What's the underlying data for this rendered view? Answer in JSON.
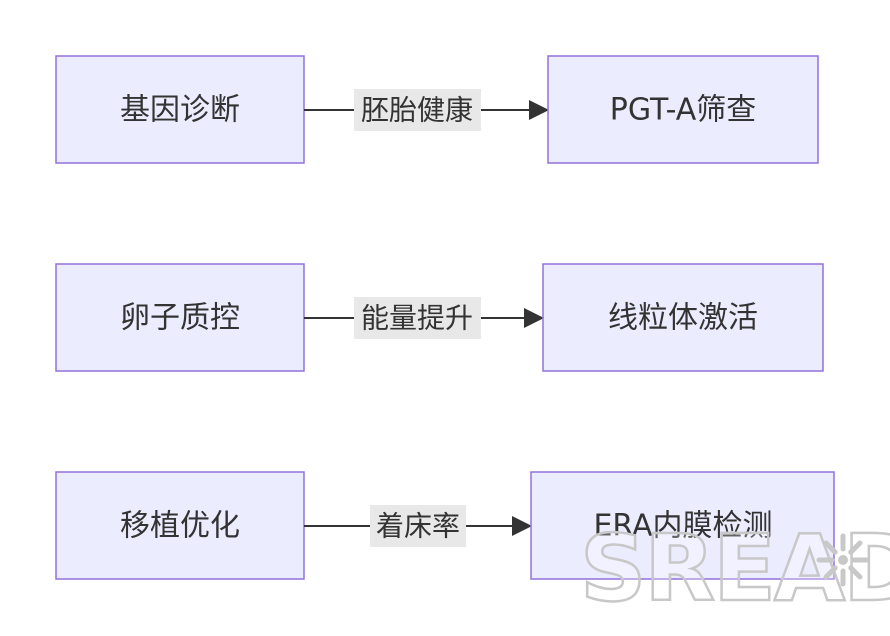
{
  "colors": {
    "node_fill": "#ECECFF",
    "node_border": "#9370DB",
    "edge": "#333333",
    "edge_label_bg": "#E8E8E8"
  },
  "rows": [
    {
      "source": "基因诊断",
      "edge_label": "胚胎健康",
      "target": "PGT-A筛查"
    },
    {
      "source": "卵子质控",
      "edge_label": "能量提升",
      "target": "线粒体激活"
    },
    {
      "source": "移植优化",
      "edge_label": "着床率",
      "target": "ERA内膜检测"
    }
  ],
  "watermark": {
    "text": "SREAD",
    "icon": "sunburst-icon"
  }
}
